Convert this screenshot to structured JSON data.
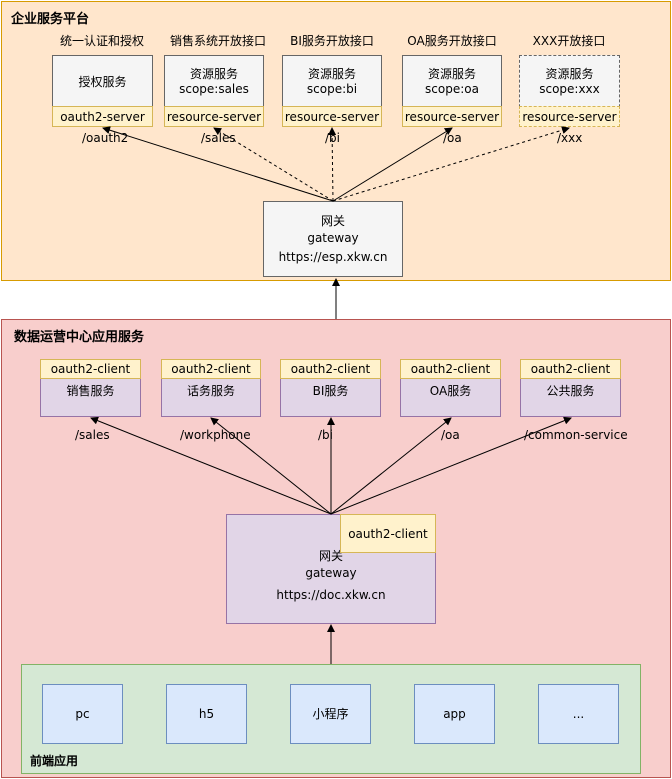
{
  "enterprise": {
    "title": "企业服务平台",
    "columns": [
      {
        "heading": "统一认证和授权",
        "service": "授权服务",
        "scope": "",
        "tag": "oauth2-server",
        "path": "/oauth2"
      },
      {
        "heading": "销售系统开放接口",
        "service": "资源服务",
        "scope": "scope:sales",
        "tag": "resource-server",
        "path": "/sales"
      },
      {
        "heading": "BI服务开放接口",
        "service": "资源服务",
        "scope": "scope:bi",
        "tag": "resource-server",
        "path": "/bi"
      },
      {
        "heading": "OA服务开放接口",
        "service": "资源服务",
        "scope": "scope:oa",
        "tag": "resource-server",
        "path": "/oa"
      },
      {
        "heading": "XXX开放接口",
        "service": "资源服务",
        "scope": "scope:xxx",
        "tag": "resource-server",
        "path": "/xxx"
      }
    ],
    "gateway": {
      "name": "网关",
      "en": "gateway",
      "url": "https://esp.xkw.cn"
    }
  },
  "ops": {
    "title": "数据运营中心应用服务",
    "clients": [
      {
        "tag": "oauth2-client",
        "name": "销售服务",
        "path": "/sales"
      },
      {
        "tag": "oauth2-client",
        "name": "话务服务",
        "path": "/workphone"
      },
      {
        "tag": "oauth2-client",
        "name": "BI服务",
        "path": "/bi"
      },
      {
        "tag": "oauth2-client",
        "name": "OA服务",
        "path": "/oa"
      },
      {
        "tag": "oauth2-client",
        "name": "公共服务",
        "path": "/common-service"
      }
    ],
    "gateway": {
      "tag": "oauth2-client",
      "name": "网关",
      "en": "gateway",
      "url": "https://doc.xkw.cn"
    }
  },
  "frontend": {
    "title": "前端应用",
    "apps": [
      "pc",
      "h5",
      "小程序",
      "app",
      "..."
    ]
  },
  "colors": {
    "enterprise_bg": "#ffe6cc",
    "enterprise_border": "#d79b00",
    "ops_bg": "#f8cecc",
    "ops_border": "#b85450",
    "front_bg": "#d5e8d4",
    "front_border": "#82b366",
    "service_box": "#f5f5f5",
    "tag_yellow": "#fff2cc",
    "tag_border": "#d6b656",
    "client_box": "#e1d5e7",
    "app_box": "#dae8fc",
    "app_border": "#6c8ebf"
  }
}
